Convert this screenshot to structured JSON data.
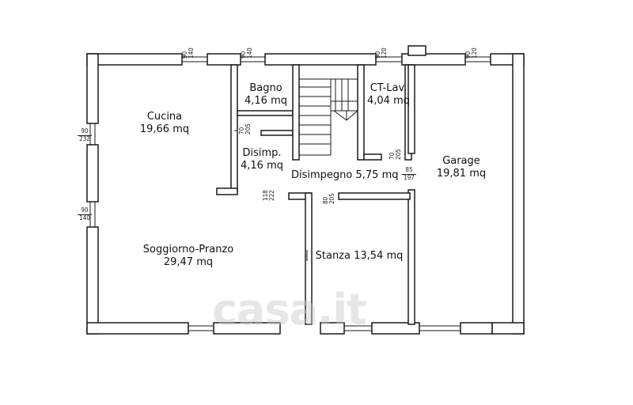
{
  "rooms": {
    "cucina": {
      "name": "Cucina",
      "area": "19,66 mq"
    },
    "bagno": {
      "name": "Bagno",
      "area": "4,16 mq"
    },
    "ct_lav": {
      "name": "CT-Lav.",
      "area": "4,04 mq"
    },
    "disimp": {
      "name": "Disimp.",
      "area": "4,16 mq"
    },
    "disimpegno": {
      "name": "Disimpegno 5,75 mq"
    },
    "garage": {
      "name": "Garage",
      "area": "19,81 mq"
    },
    "soggiorno": {
      "name": "Soggiorno-Pranzo",
      "area": "29,47 mq"
    },
    "stanza": {
      "name": "Stanza 13,54 mq"
    }
  },
  "dimensions": {
    "win_top_1": {
      "w": "90",
      "h": "140"
    },
    "win_top_2": {
      "w": "90",
      "h": "140"
    },
    "win_top_3": {
      "w": "90",
      "h": "120"
    },
    "win_top_4": {
      "w": "90",
      "h": "120"
    },
    "win_left_1": {
      "w": "90",
      "h": "232"
    },
    "win_left_2": {
      "w": "90",
      "h": "140"
    },
    "door_bagno": {
      "w": "70",
      "h": "205"
    },
    "door_ct": {
      "w": "70",
      "h": "205"
    },
    "door_garage": {
      "w": "85",
      "h": "197"
    },
    "door_soggiorno": {
      "w": "118",
      "h": "222"
    },
    "door_stanza": {
      "w": "80",
      "h": "205"
    }
  },
  "watermark": {
    "text": "casa.it"
  },
  "colors": {
    "wall": "#1a1a1a",
    "wall_fill": "#ffffff",
    "background": "#ffffff"
  }
}
